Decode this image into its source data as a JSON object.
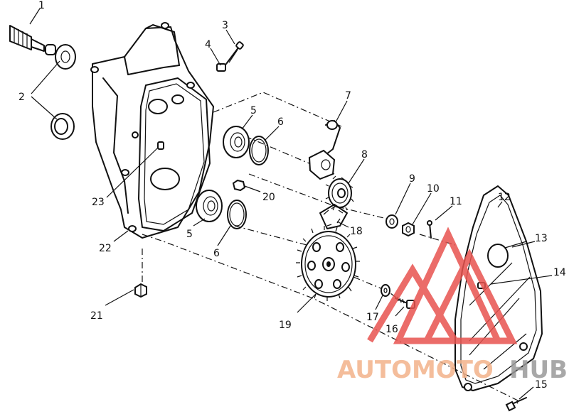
{
  "diagram": {
    "labels": {
      "p1": "1",
      "p2": "2",
      "p3": "3",
      "p4": "4",
      "p5a": "5",
      "p5b": "5",
      "p6a": "6",
      "p6b": "6",
      "p7": "7",
      "p8": "8",
      "p9": "9",
      "p10": "10",
      "p11": "11",
      "p12": "12",
      "p13": "13",
      "p14": "14",
      "p15": "15",
      "p16": "16",
      "p17": "17",
      "p18": "18",
      "p19": "19",
      "p20": "20",
      "p21": "21",
      "p22": "22",
      "p23": "23"
    }
  },
  "watermark": {
    "part1": "AUTOMOTO",
    "part2": "HUB",
    "color_primary": "#e8534f",
    "color_secondary": "#f3b28a"
  }
}
